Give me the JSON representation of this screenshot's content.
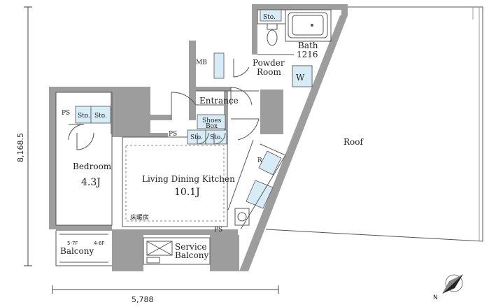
{
  "labels": {
    "sto": "Sto.",
    "bath": "Bath",
    "bath_size": "1216",
    "powder_room_1": "Powder",
    "powder_room_2": "Room",
    "mb": "MB",
    "w": "W",
    "entrance": "Entrance",
    "ps": "PS",
    "shoes_box_1": "Shoes",
    "shoes_box_2": "Box",
    "bedroom": "Bedroom",
    "bedroom_size": "4.3J",
    "ldk": "Living Dining Kitchen",
    "ldk_size": "10.1J",
    "floor_heating": "床暖房",
    "r": "R",
    "roof": "Roof",
    "balcony": "Balcony",
    "balcony_note_left": "5-7F",
    "balcony_note_right": "4-6F",
    "service_balcony_1": "Service",
    "service_balcony_2": "Balcony"
  },
  "dimensions": {
    "height": "8,168.5",
    "width": "5,788"
  },
  "compass": {
    "letter": "N",
    "icon": "north-arrow-icon"
  },
  "colors": {
    "wall": "#9d9d9d",
    "storage_fill": "#d7ecf6",
    "line": "#555555"
  }
}
